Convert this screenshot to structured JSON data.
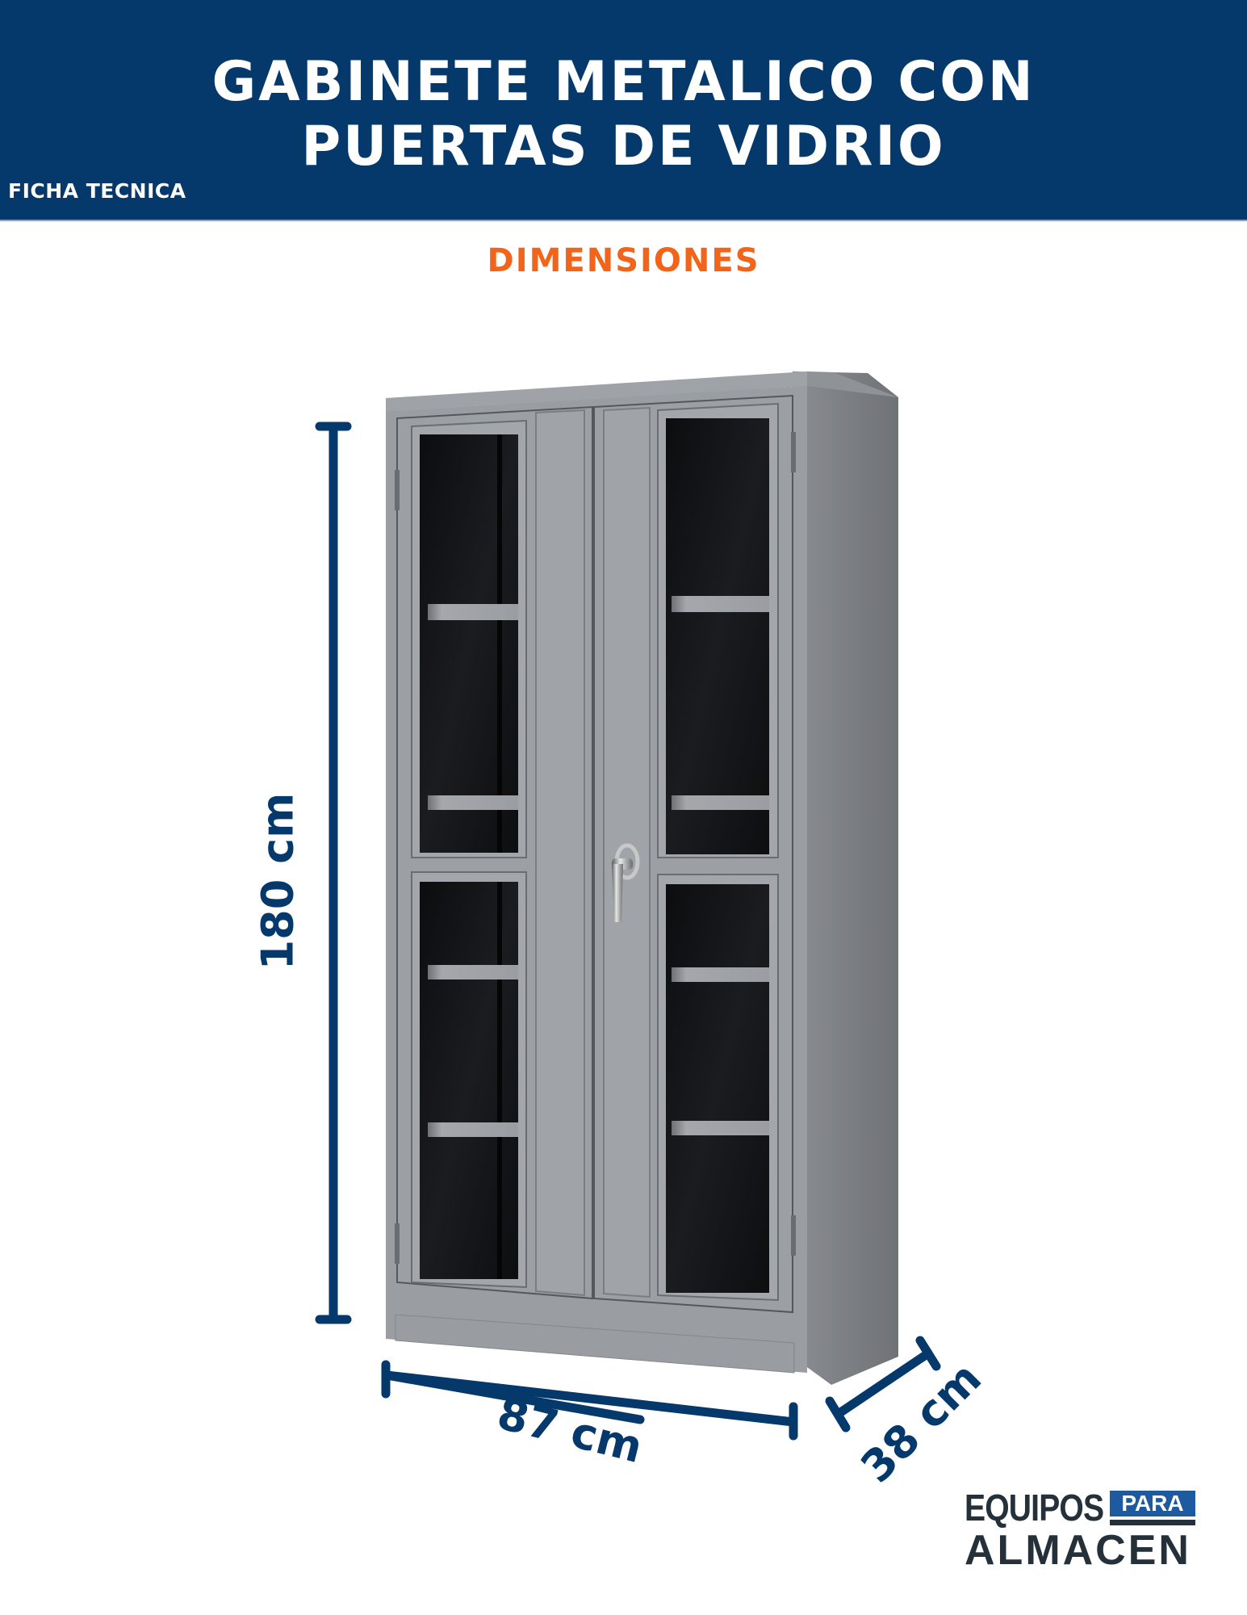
{
  "header": {
    "title_line1": "GABINETE METALICO CON",
    "title_line2": "PUERTAS DE VIDRIO",
    "subtitle": "FICHA TECNICA",
    "background_color": "#05386b"
  },
  "section": {
    "title": "DIMENSIONES",
    "title_color": "#f26419"
  },
  "product": {
    "name": "Gabinete metalico con puertas de vidrio",
    "color": "#9a9da1",
    "doors": 2,
    "glass_panels_per_door": 2,
    "lock": "handle-lock"
  },
  "dimensions": {
    "height": "180 cm",
    "width": "87 cm",
    "depth": "38 cm",
    "line_color": "#05386b"
  },
  "logo": {
    "line1": "EQUIPOS",
    "badge": "PARA",
    "line2": "ALMACEN"
  }
}
